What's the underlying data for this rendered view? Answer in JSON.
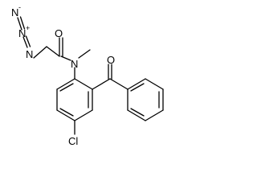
{
  "molecule": {
    "atoms": {
      "n_terminal": {
        "text": "N",
        "charge": "-"
      },
      "n_central": {
        "text": "N",
        "charge": "+"
      },
      "n_azide": {
        "text": "N"
      },
      "o_amide": {
        "text": "O"
      },
      "n_amide": {
        "text": "N"
      },
      "o_ketone": {
        "text": "O"
      },
      "cl": {
        "text": "Cl"
      }
    }
  }
}
